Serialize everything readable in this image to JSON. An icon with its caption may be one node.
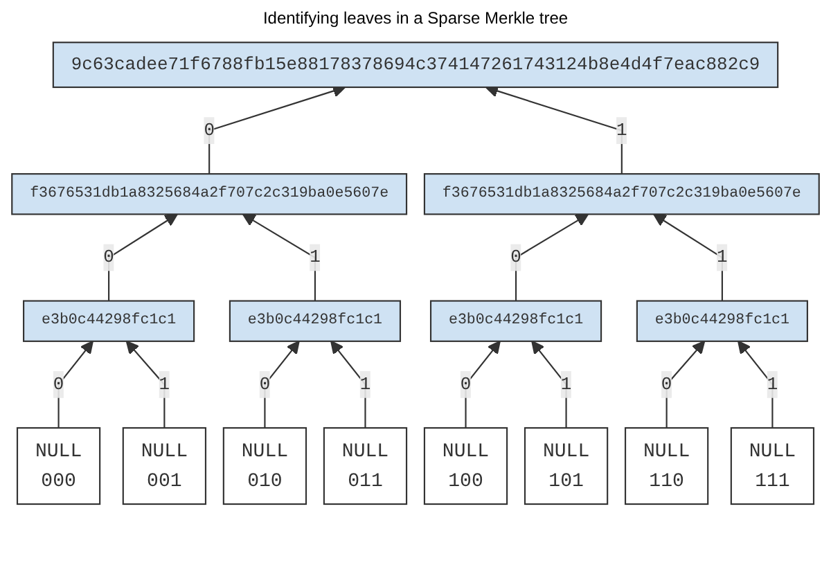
{
  "diagram": {
    "title": "Identifying leaves in a Sparse Merkle tree",
    "nodes": [
      {
        "text": [
          "9c63cadee71f6788fb15e88178378694c374147261743124b8e4d4f7eac882c9"
        ]
      },
      {
        "text": [
          "f3676531db1a8325684a2f707c2c319ba0e5607e"
        ]
      },
      {
        "text": [
          "f3676531db1a8325684a2f707c2c319ba0e5607e"
        ]
      },
      {
        "text": [
          "e3b0c44298fc1c1"
        ]
      },
      {
        "text": [
          "e3b0c44298fc1c1"
        ]
      },
      {
        "text": [
          "e3b0c44298fc1c1"
        ]
      },
      {
        "text": [
          "e3b0c44298fc1c1"
        ]
      },
      {
        "text": [
          "NULL",
          "000"
        ]
      },
      {
        "text": [
          "NULL",
          "001"
        ]
      },
      {
        "text": [
          "NULL",
          "010"
        ]
      },
      {
        "text": [
          "NULL",
          "011"
        ]
      },
      {
        "text": [
          "NULL",
          "100"
        ]
      },
      {
        "text": [
          "NULL",
          "101"
        ]
      },
      {
        "text": [
          "NULL",
          "110"
        ]
      },
      {
        "text": [
          "NULL",
          "111"
        ]
      }
    ],
    "edges": [
      {
        "from": 1,
        "to": 0,
        "arrow": "to",
        "label": "0"
      },
      {
        "from": 2,
        "to": 0,
        "arrow": "to",
        "label": "1"
      },
      {
        "from": 3,
        "to": 1,
        "arrow": "to",
        "label": "0"
      },
      {
        "from": 4,
        "to": 1,
        "arrow": "to",
        "label": "1"
      },
      {
        "from": 5,
        "to": 2,
        "arrow": "to",
        "label": "0"
      },
      {
        "from": 6,
        "to": 2,
        "arrow": "to",
        "label": "1"
      },
      {
        "from": 7,
        "to": 3,
        "arrow": "to",
        "label": "0"
      },
      {
        "from": 8,
        "to": 3,
        "arrow": "to",
        "label": "1"
      },
      {
        "from": 9,
        "to": 4,
        "arrow": "to",
        "label": "0"
      },
      {
        "from": 10,
        "to": 4,
        "arrow": "to",
        "label": "1"
      },
      {
        "from": 11,
        "to": 5,
        "arrow": "to",
        "label": "0"
      },
      {
        "from": 12,
        "to": 5,
        "arrow": "to",
        "label": "1"
      },
      {
        "from": 13,
        "to": 6,
        "arrow": "to",
        "label": "0"
      },
      {
        "from": 14,
        "to": 6,
        "arrow": "to",
        "label": "1"
      }
    ]
  }
}
